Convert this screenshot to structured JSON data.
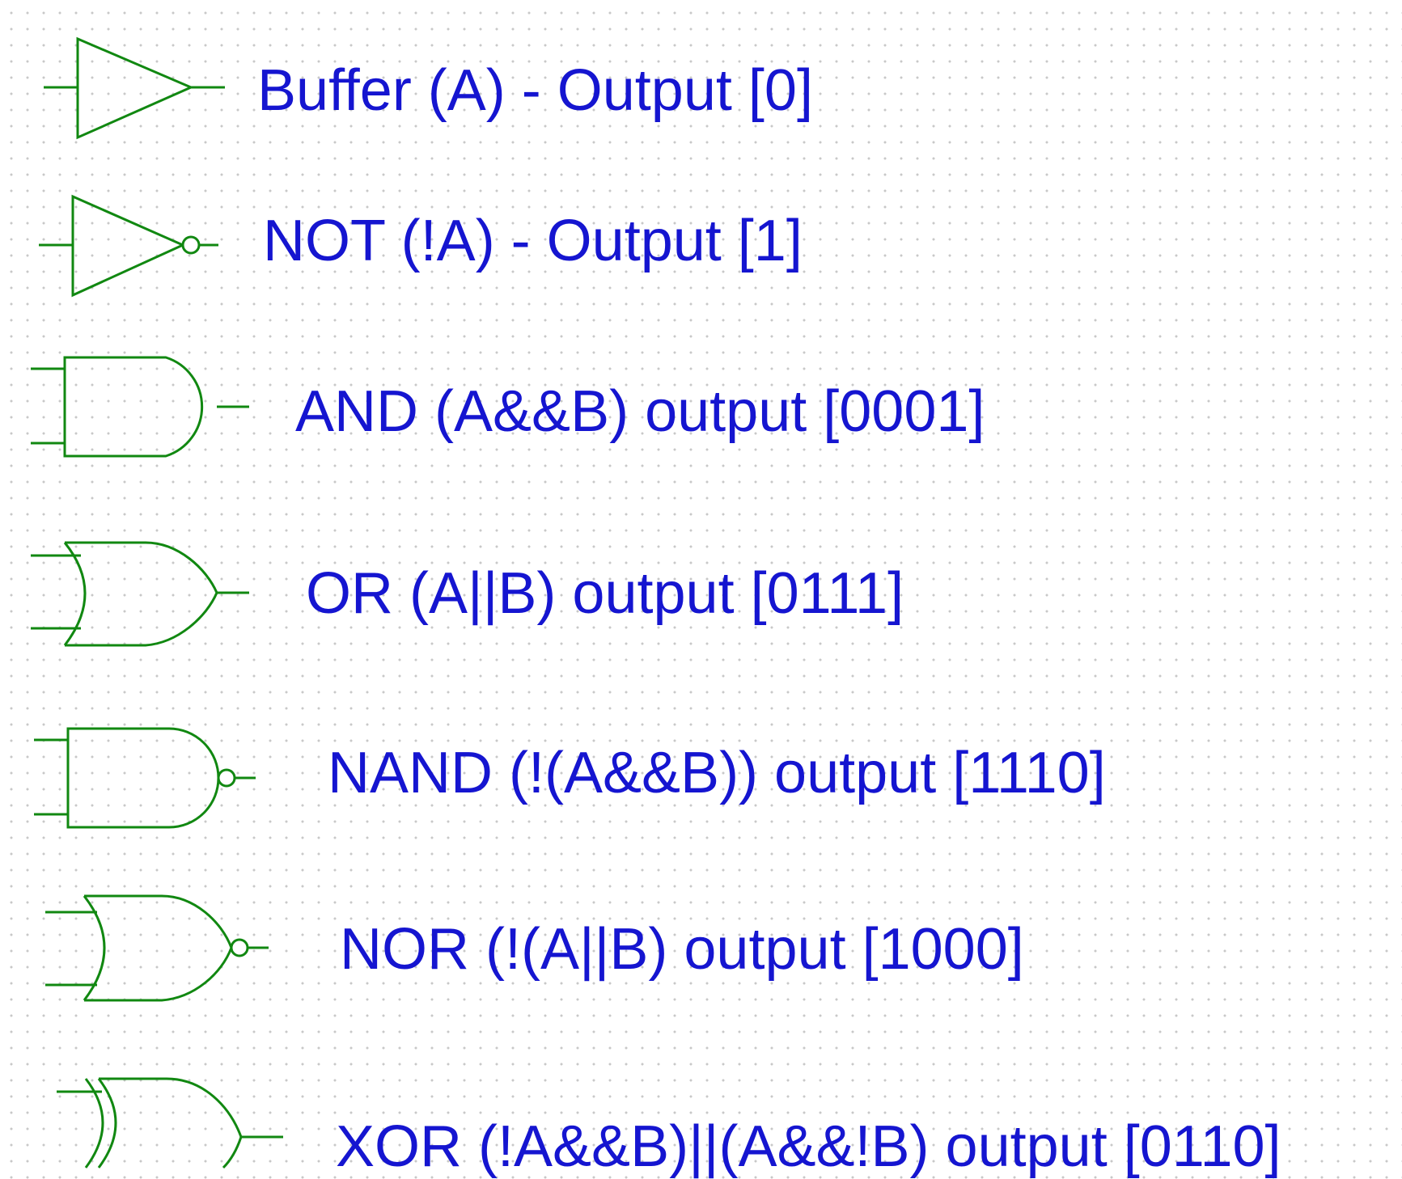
{
  "gates": [
    {
      "name": "buffer",
      "label": "Buffer (A) - Output [0]"
    },
    {
      "name": "not",
      "label": "NOT (!A) - Output [1]"
    },
    {
      "name": "and",
      "label": "AND (A&&B) output [0001]"
    },
    {
      "name": "or",
      "label": "OR (A||B) output [0111]"
    },
    {
      "name": "nand",
      "label": "NAND (!(A&&B)) output [1110]"
    },
    {
      "name": "nor",
      "label": "NOR (!(A||B) output [1000]"
    },
    {
      "name": "xor",
      "label": "XOR (!A&&B)||(A&&!B) output [0110]"
    }
  ],
  "colors": {
    "gate_stroke": "#118811",
    "label_text": "#1515d0",
    "grid_dot": "#c8c8c8",
    "background": "#ffffff"
  }
}
